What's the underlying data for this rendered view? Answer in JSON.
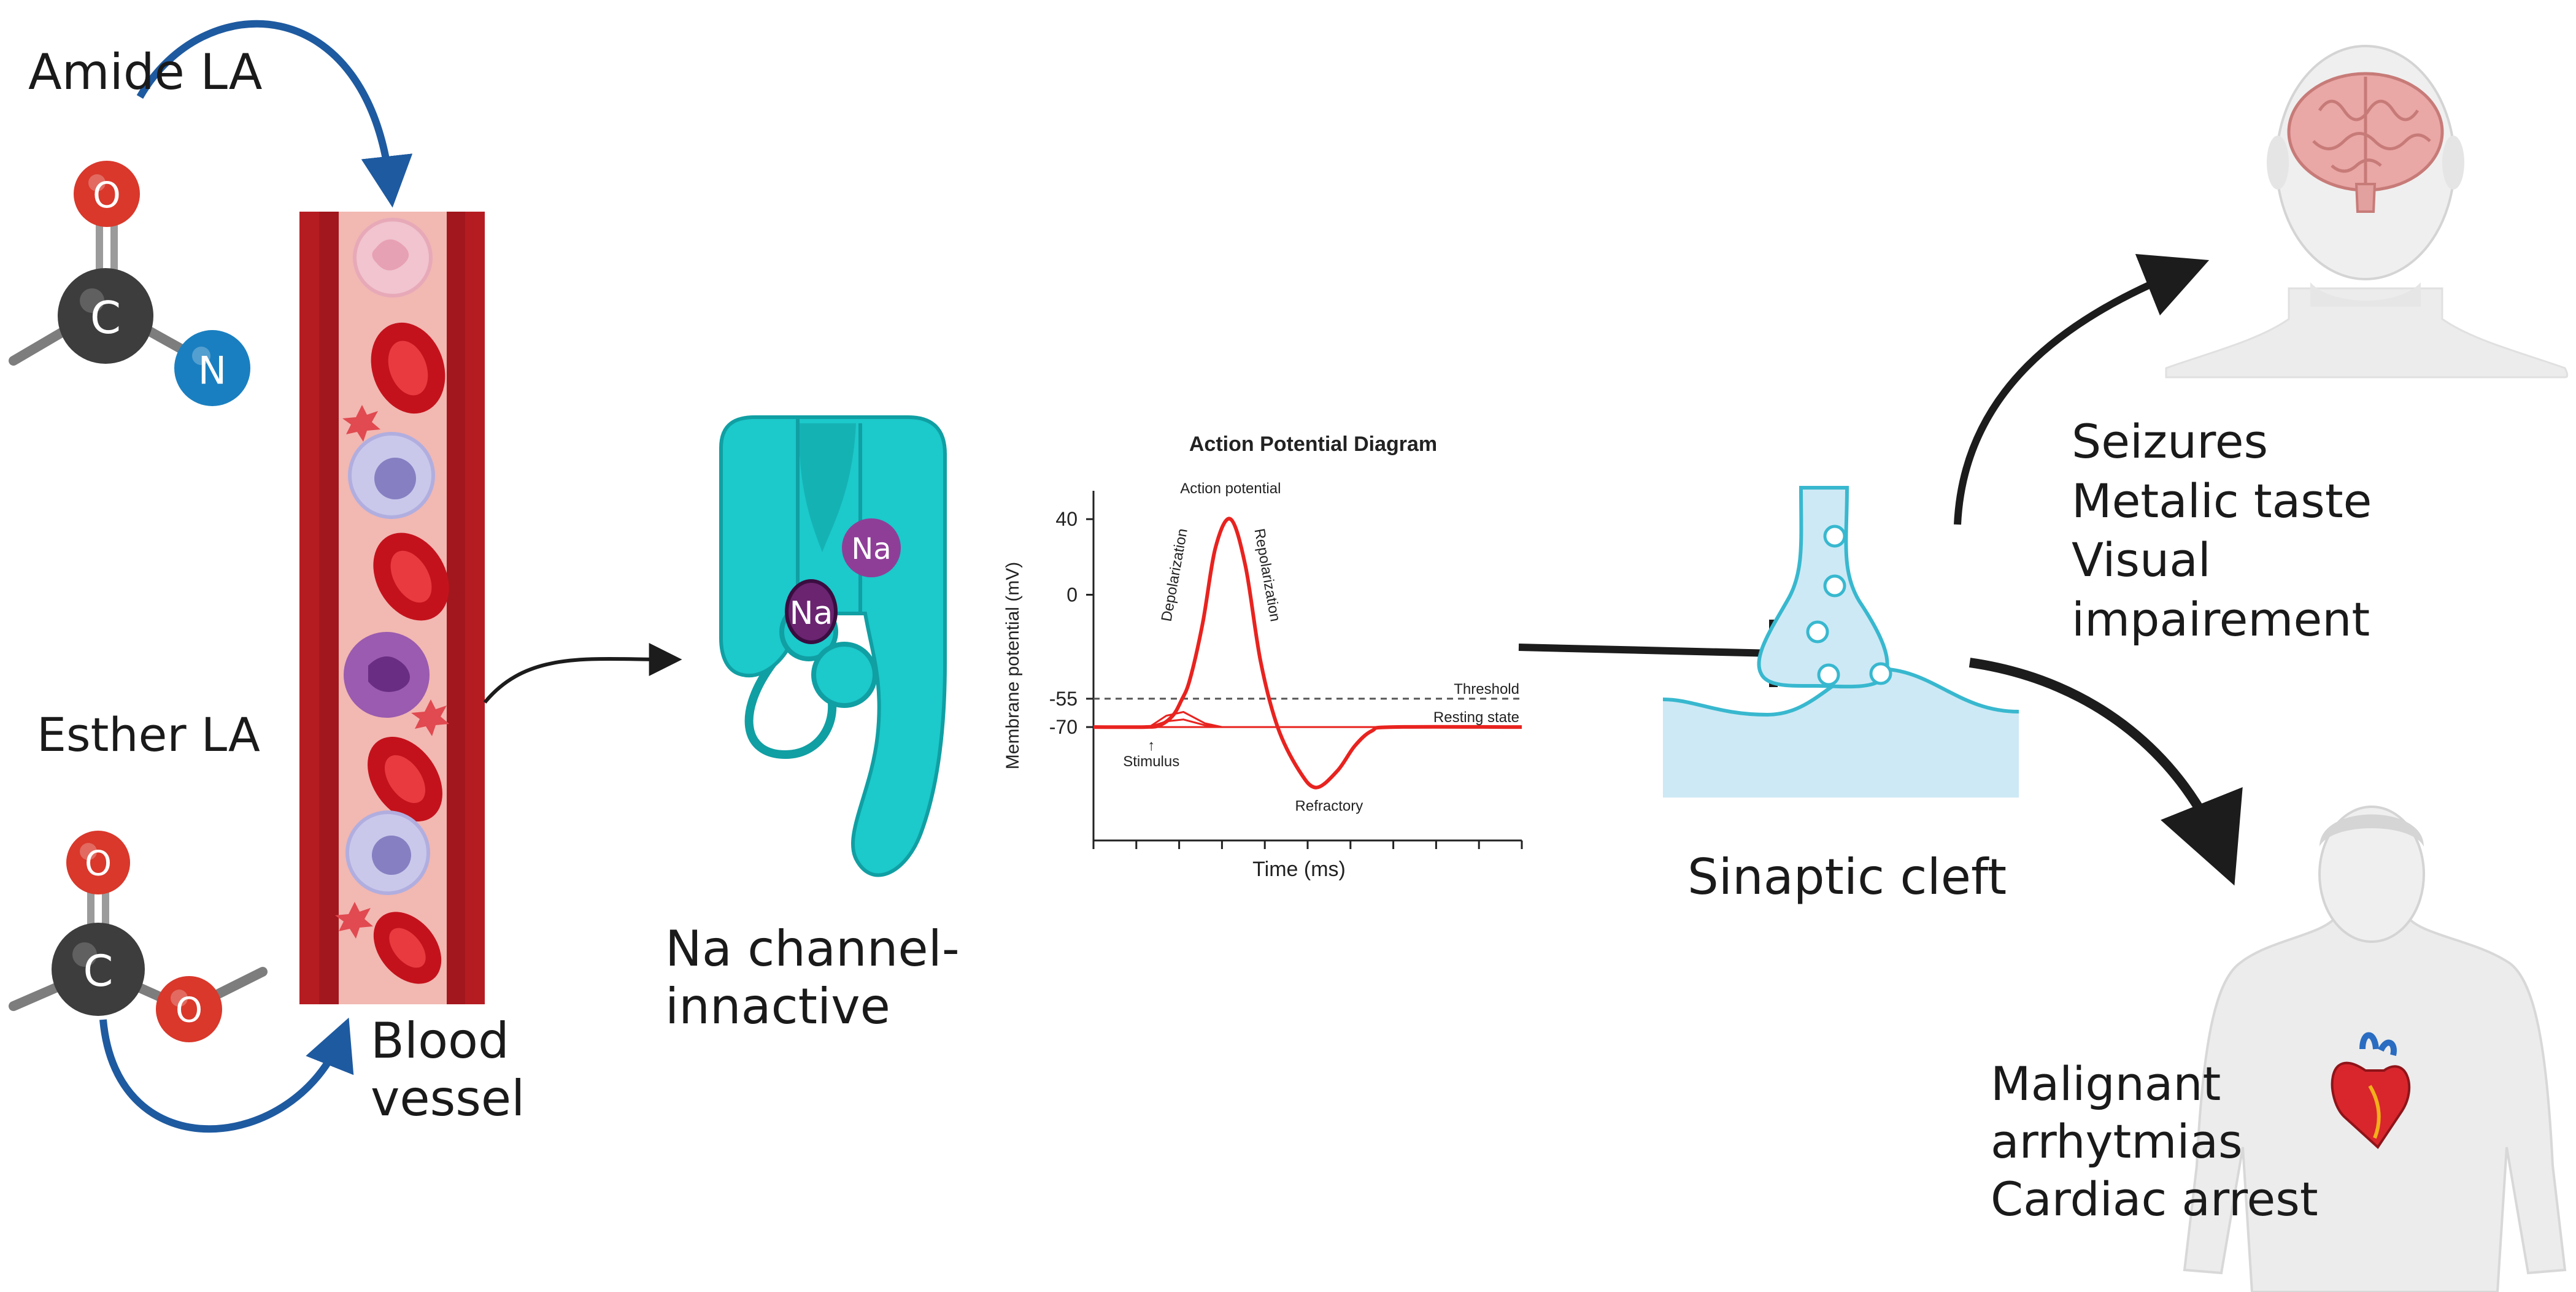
{
  "labels": {
    "amide": "Amide LA",
    "esther": "Esther LA",
    "blood_vessel": [
      "Blood",
      "vessel"
    ],
    "na_channel": [
      "Na channel-",
      "innactive"
    ],
    "synaptic_cleft": "Sinaptic cleft",
    "cns_effects": [
      "Seizures",
      "Metalic taste",
      "Visual",
      "impairement"
    ],
    "cardiac_effects": [
      "Malignant",
      "arrhytmias",
      "Cardiac arrest"
    ]
  },
  "atoms": {
    "oxygen": "O",
    "carbon": "C",
    "nitrogen": "N",
    "sodium": "Na"
  },
  "colors": {
    "oxygen": "#d9382b",
    "carbon": "#3d3d3d",
    "nitrogen": "#1a7fc0",
    "vessel_wall": "#b51c22",
    "vessel_lumen": "#f2b8b2",
    "channel": "#1cc9cb",
    "channel_dark": "#109fa3",
    "sodium": "#8f3e98",
    "sodium_dark": "#6a2470",
    "blue_arrow": "#1e5aa0",
    "black_arrow": "#1c1c1c",
    "synapse_fill": "#cde9f5",
    "synapse_stroke": "#38b8cf",
    "ap_trace": "#e8231f"
  },
  "icons": [
    "amide-molecule-icon",
    "ester-molecule-icon",
    "blood-vessel-icon",
    "sodium-channel-icon",
    "synapse-icon",
    "human-head-brain-icon",
    "human-torso-heart-icon"
  ],
  "chart_data": {
    "type": "line",
    "title": "Action Potential Diagram",
    "xlabel": "Time (ms)",
    "ylabel": "Membrane potential (mV)",
    "ytick_labels": [
      "40",
      "0",
      "-55",
      "-70"
    ],
    "yticks": [
      40,
      0,
      -55,
      -70
    ],
    "ylim": [
      -130,
      55
    ],
    "xlim": [
      0,
      10
    ],
    "series": [
      {
        "x": [
          0,
          1.2,
          1.55,
          1.85,
          2.05,
          2.25,
          2.55,
          2.85,
          3.2,
          3.55,
          3.9,
          4.3,
          4.8,
          5.2,
          5.7,
          6.1,
          6.5,
          7.0,
          10
        ],
        "y": [
          -70,
          -70,
          -69,
          -64,
          -56,
          -45,
          -15,
          25,
          40,
          15,
          -35,
          -70,
          -93,
          -102,
          -93,
          -80,
          -72,
          -70,
          -70
        ]
      }
    ],
    "subthreshold_traces": [
      {
        "x": [
          1.3,
          1.7,
          2.1,
          2.6,
          3.0
        ],
        "y": [
          -70,
          -64,
          -62,
          -68,
          -70
        ]
      },
      {
        "x": [
          1.3,
          1.7,
          2.1,
          2.6,
          3.0
        ],
        "y": [
          -70,
          -67,
          -66,
          -69,
          -70
        ]
      }
    ],
    "reference_lines": [
      {
        "y": -55,
        "label": "Threshold",
        "style": "dashed"
      },
      {
        "y": -70,
        "label": "Resting state",
        "style": "solid"
      }
    ],
    "annotations": {
      "peak": "Action potential",
      "rise": "Depolarization",
      "fall": "Repolarization",
      "trough": "Refractory",
      "stimulus": "Stimulus",
      "stimulus_symbol": "↑"
    },
    "grid": false,
    "legend": "none"
  }
}
